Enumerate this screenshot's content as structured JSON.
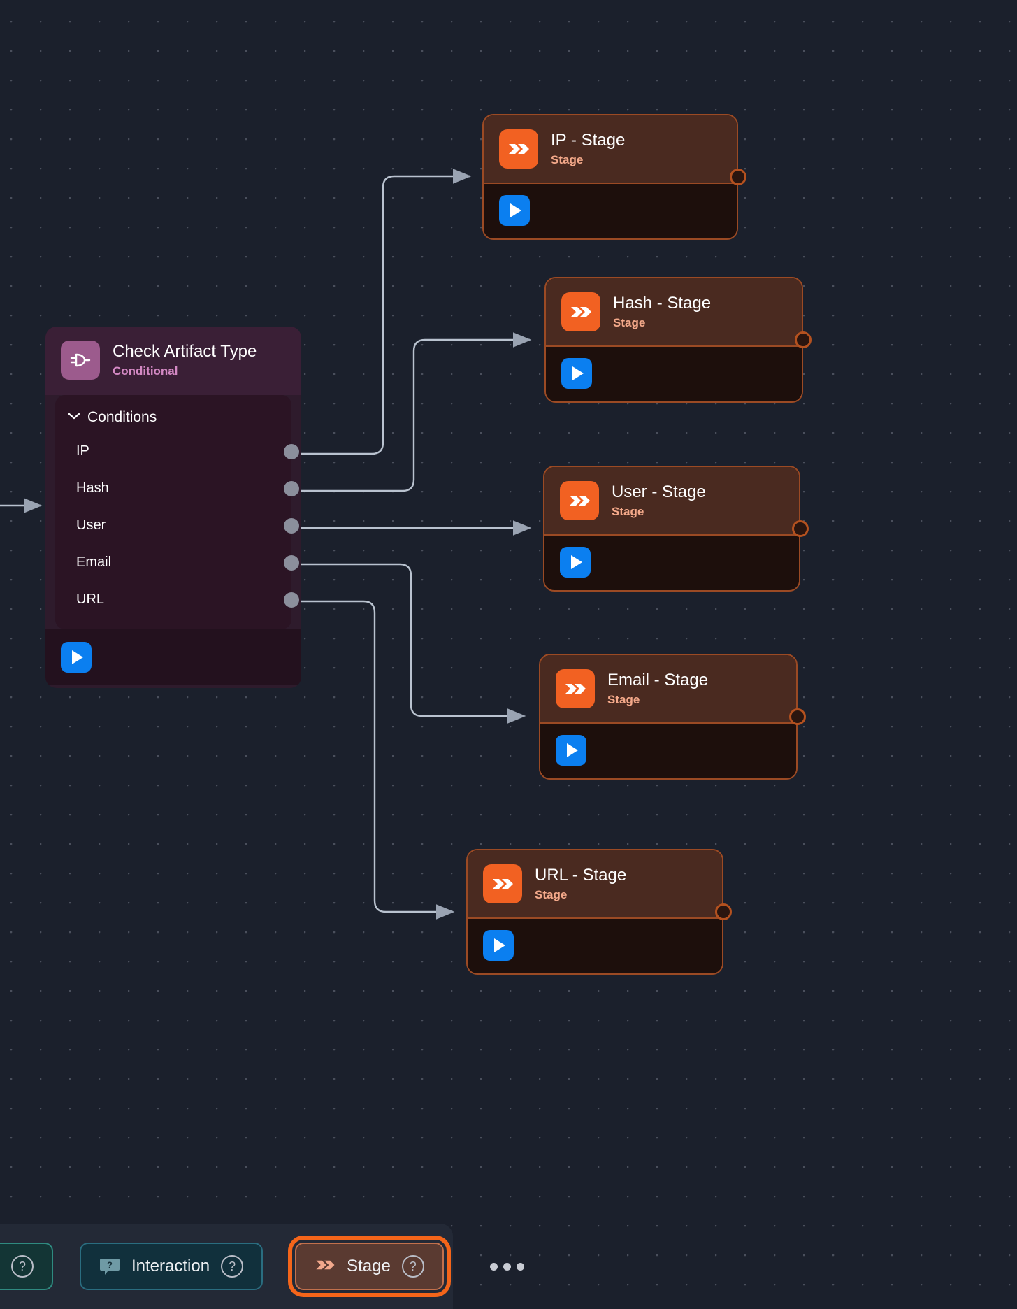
{
  "canvas": {
    "background_color": "#1b202c",
    "grid": "dot-grid"
  },
  "conditional_node": {
    "title": "Check Artifact Type",
    "subtitle": "Conditional",
    "icon": "conditional-gate-icon",
    "accent_color": "#9c5b8d",
    "subtitle_color": "#d489c4",
    "section": {
      "label": "Conditions",
      "expanded": true,
      "chevron": "chevron-down-icon"
    },
    "conditions": [
      {
        "label": "IP"
      },
      {
        "label": "Hash"
      },
      {
        "label": "User"
      },
      {
        "label": "Email"
      },
      {
        "label": "URL"
      }
    ],
    "run_button": "play-icon"
  },
  "stage_nodes": [
    {
      "title": "IP - Stage",
      "subtitle": "Stage",
      "icon": "double-chevron-icon",
      "run_button": "play-icon"
    },
    {
      "title": "Hash - Stage",
      "subtitle": "Stage",
      "icon": "double-chevron-icon",
      "run_button": "play-icon"
    },
    {
      "title": "User - Stage",
      "subtitle": "Stage",
      "icon": "double-chevron-icon",
      "run_button": "play-icon"
    },
    {
      "title": "Email - Stage",
      "subtitle": "Stage",
      "icon": "double-chevron-icon",
      "run_button": "play-icon"
    },
    {
      "title": "URL - Stage",
      "subtitle": "Stage",
      "icon": "double-chevron-icon",
      "run_button": "play-icon"
    }
  ],
  "stage_colors": {
    "icon_bg": "#f26122",
    "header_bg": "#4a2a20",
    "body_bg": "#1d0f0c",
    "border": "#9b4a24",
    "subtitle": "#f4a98a"
  },
  "toolbar": {
    "chips": [
      {
        "label": "",
        "help": "?",
        "style": "teal",
        "icon": "",
        "truncated": true
      },
      {
        "label": "Interaction",
        "help": "?",
        "style": "blue",
        "icon": "speech-bubble-question-icon",
        "truncated": false
      },
      {
        "label": "Stage",
        "help": "?",
        "style": "stage",
        "icon": "double-chevron-icon",
        "selected": true,
        "truncated": false
      }
    ],
    "overflow": "more-options-ellipsis",
    "selection_color": "#f4651a"
  }
}
